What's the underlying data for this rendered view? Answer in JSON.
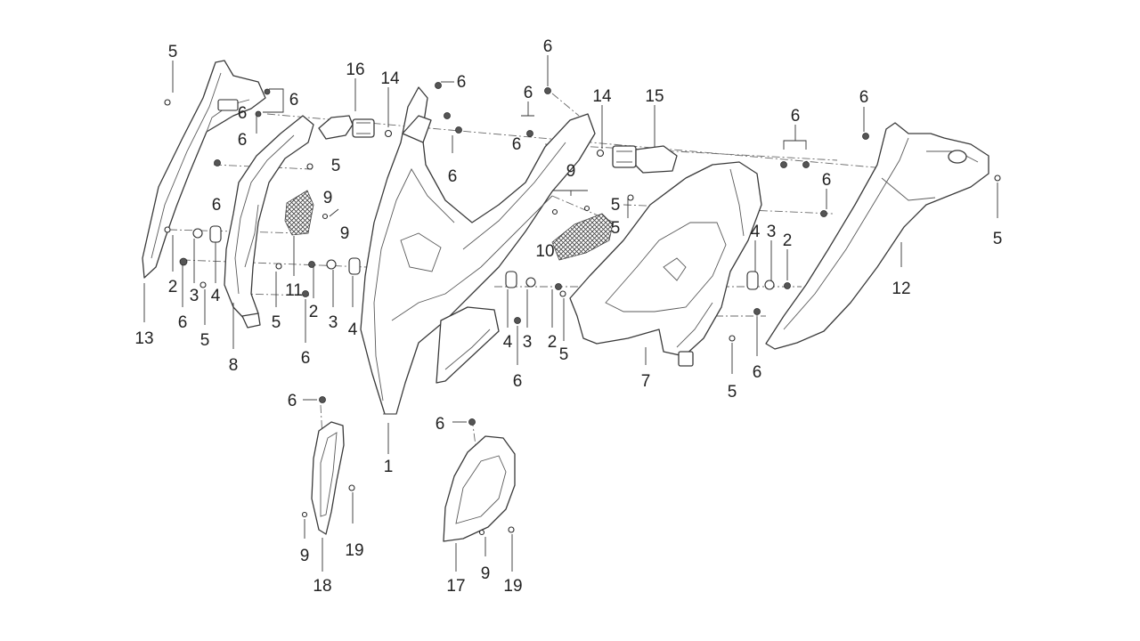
{
  "diagram": {
    "parts": [
      {
        "id": "front-cover",
        "label": "1"
      },
      {
        "id": "grommet",
        "label": "2"
      },
      {
        "id": "collar",
        "label": "3"
      },
      {
        "id": "rubber-bushing",
        "label": "4"
      },
      {
        "id": "screw",
        "label": "5"
      },
      {
        "id": "clip-nut",
        "label": "6"
      },
      {
        "id": "right-inner-panel",
        "label": "7"
      },
      {
        "id": "left-inner-panel",
        "label": "8"
      },
      {
        "id": "small-screw",
        "label": "9"
      },
      {
        "id": "right-mesh-grille",
        "label": "10"
      },
      {
        "id": "left-mesh-grille",
        "label": "11"
      },
      {
        "id": "right-side-rail",
        "label": "12"
      },
      {
        "id": "left-side-rail",
        "label": "13"
      },
      {
        "id": "turn-signal-washer",
        "label": "14"
      },
      {
        "id": "right-turn-signal",
        "label": "15"
      },
      {
        "id": "left-turn-signal",
        "label": "16"
      },
      {
        "id": "right-lower-bracket",
        "label": "17"
      },
      {
        "id": "left-lower-bracket",
        "label": "18"
      },
      {
        "id": "bracket-screw",
        "label": "19"
      }
    ],
    "callouts": [
      {
        "label": "5"
      },
      {
        "label": "6"
      },
      {
        "label": "16"
      },
      {
        "label": "14"
      },
      {
        "label": "6"
      },
      {
        "label": "6"
      },
      {
        "label": "6"
      },
      {
        "label": "14"
      },
      {
        "label": "15"
      },
      {
        "label": "6"
      },
      {
        "label": "6"
      },
      {
        "label": "6"
      },
      {
        "label": "5"
      },
      {
        "label": "6"
      },
      {
        "label": "6"
      },
      {
        "label": "9"
      },
      {
        "label": "9"
      },
      {
        "label": "9"
      },
      {
        "label": "10"
      },
      {
        "label": "5"
      },
      {
        "label": "6"
      },
      {
        "label": "4"
      },
      {
        "label": "3"
      },
      {
        "label": "2"
      },
      {
        "label": "12"
      },
      {
        "label": "5"
      },
      {
        "label": "2"
      },
      {
        "label": "3"
      },
      {
        "label": "4"
      },
      {
        "label": "5"
      },
      {
        "label": "6"
      },
      {
        "label": "11"
      },
      {
        "label": "5"
      },
      {
        "label": "2"
      },
      {
        "label": "3"
      },
      {
        "label": "4"
      },
      {
        "label": "6"
      },
      {
        "label": "4"
      },
      {
        "label": "3"
      },
      {
        "label": "2"
      },
      {
        "label": "5"
      },
      {
        "label": "6"
      },
      {
        "label": "7"
      },
      {
        "label": "5"
      },
      {
        "label": "6"
      },
      {
        "label": "13"
      },
      {
        "label": "8"
      },
      {
        "label": "1"
      },
      {
        "label": "6"
      },
      {
        "label": "6"
      },
      {
        "label": "9"
      },
      {
        "label": "19"
      },
      {
        "label": "18"
      },
      {
        "label": "17"
      },
      {
        "label": "9"
      },
      {
        "label": "19"
      },
      {
        "label": "6"
      },
      {
        "label": "5"
      },
      {
        "label": "6"
      }
    ]
  },
  "colors": {
    "background": "#ffffff",
    "line": "#3a3a3a",
    "text": "#222222"
  }
}
